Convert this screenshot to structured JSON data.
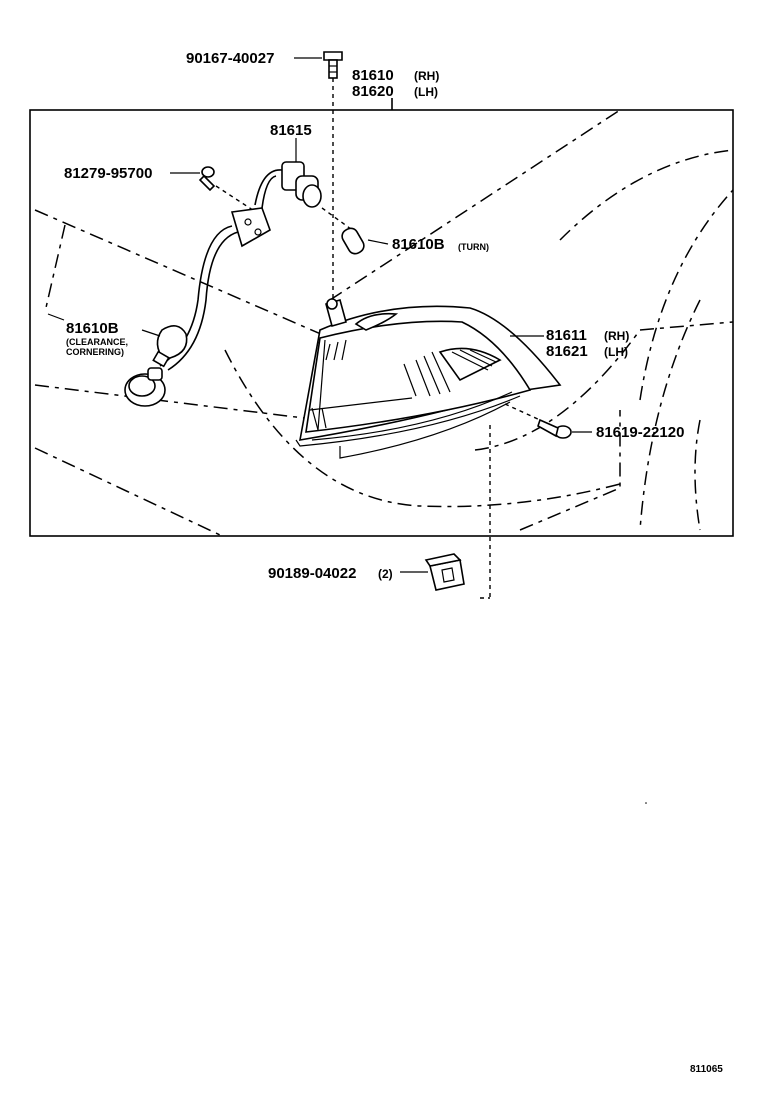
{
  "parts": {
    "bolt": "90167-40027",
    "lamp_assy_rh": "81610",
    "lamp_assy_rh_side": "(RH)",
    "lamp_assy_lh": "81620",
    "lamp_assy_lh_side": "(LH)",
    "socket": "81615",
    "screw_top": "81279-95700",
    "bulb_turn": "81610B",
    "bulb_turn_note": "(TURN)",
    "bulb_clear": "81610B",
    "bulb_clear_note_1": "(CLEARANCE,",
    "bulb_clear_note_2": "CORNERING)",
    "lens_rh": "81611",
    "lens_rh_side": "(RH)",
    "lens_lh": "81621",
    "lens_lh_side": "(LH)",
    "screw_side": "81619-22120",
    "clip": "90189-04022",
    "clip_qty": "(2)"
  },
  "reference_code": "811065"
}
